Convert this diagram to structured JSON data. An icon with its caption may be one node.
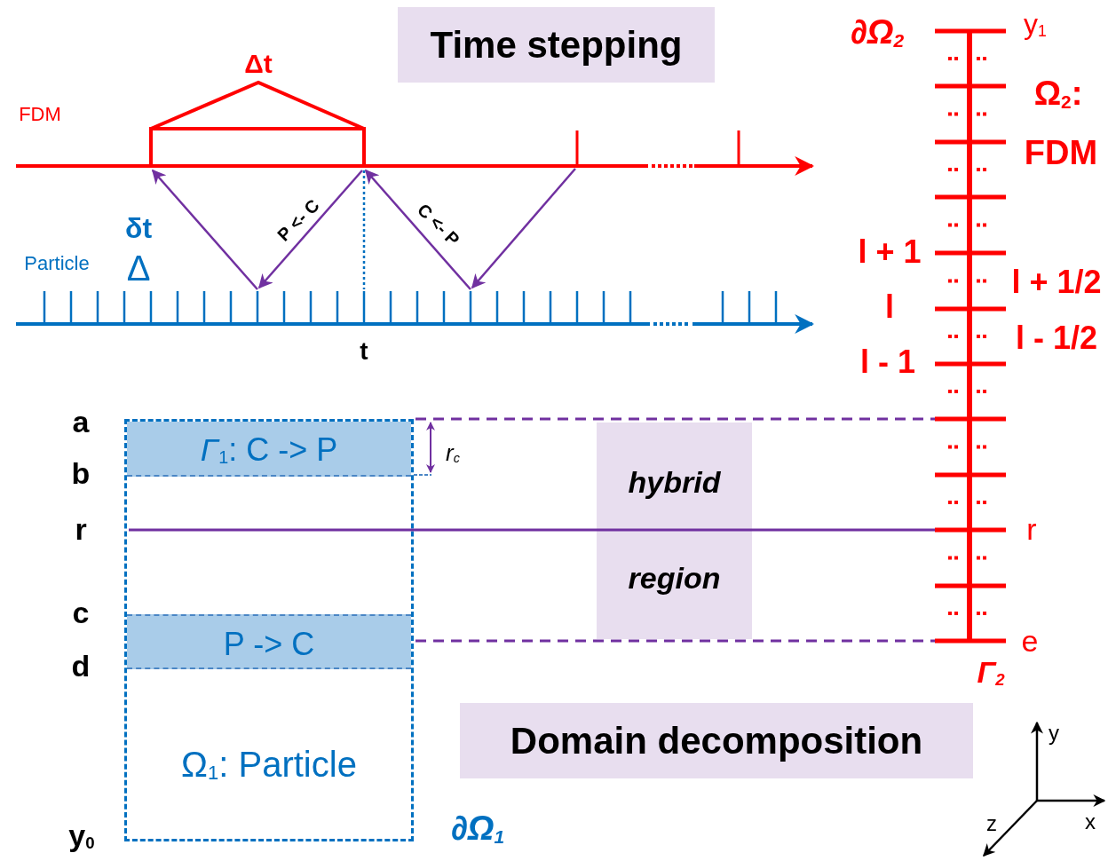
{
  "diagram": {
    "nodes": [
      {
        "text": [
          "Ω$_{1}$: Particle"
        ]
      },
      {
        "text": [
          "*Γ*$_{1}$: C -> P"
        ],
        "in": 0
      },
      {
        "text": [
          "P -> C"
        ],
        "in": 0
      },
      {
        "text": [
          "Time stepping"
        ]
      },
      {
        "text": [
          "Domain decomposition"
        ]
      },
      {
        "text": [
          "hybrid",
          "region"
        ]
      }
    ],
    "labels": [
      "Δt",
      "FDM",
      "δt",
      "Particle",
      "Δ",
      "P <- C",
      "C <- P",
      "t",
      "∂Ω$_{2}$",
      "y$_{1}$",
      "Ω$_{2}$:",
      "FDM",
      "l + 1",
      "l + 1/2",
      "l",
      "l - 1/2",
      "l - 1",
      "a",
      "b",
      "r",
      "c",
      "d",
      "y$_{0}$",
      "r$_{c}$",
      "r",
      "e",
      "Γ$_{2}$",
      "∂Ω$_{1}$",
      "y",
      "z",
      "x"
    ]
  }
}
